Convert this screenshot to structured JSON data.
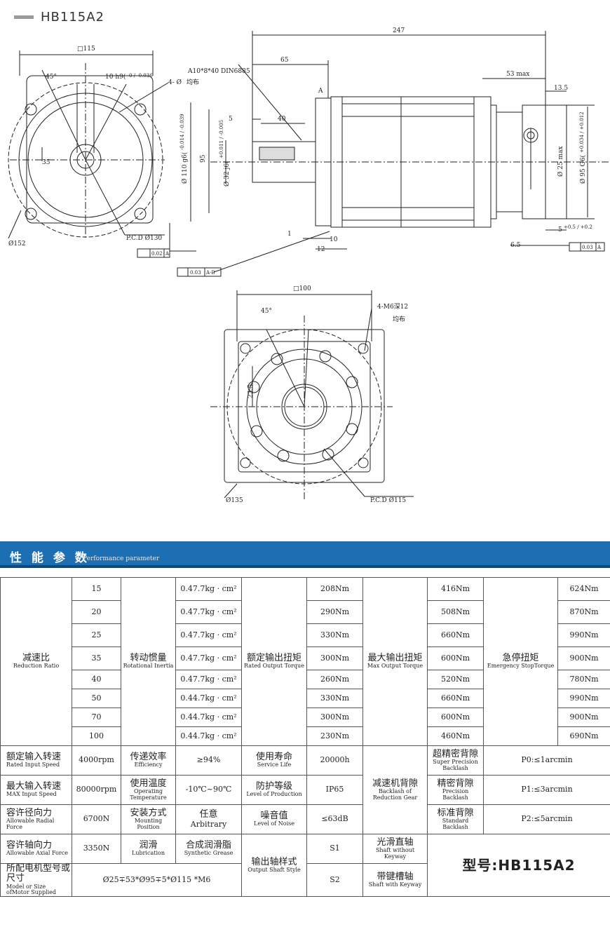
{
  "header": {
    "model": "HB115A2"
  },
  "drawing": {
    "side": {
      "sq_115": "□115",
      "len_247": "247",
      "len_65": "65",
      "len_53": "53 max",
      "len_13_5": "13.5",
      "key": "A10*8*40 DIN6885",
      "len_5": "5",
      "len_40": "40",
      "dia_95": "95",
      "dia_110": "Ø 110 g6(",
      "dia_110_tol": "-0.014 / -0.039",
      "dia_32": "Ø 32 j6(",
      "dia_32_tol": "+0.011 / -0.005",
      "dia_25": "Ø 25 max",
      "dia_95g6": "Ø 95 G6(",
      "dia_95g6_tol": "+0.034 / +0.012",
      "len_1": "1",
      "len_12": "12",
      "len_10": "10",
      "len_6_5": "6.5",
      "len_5tol": "5",
      "len_5tol_val": "+0.5 / +0.2",
      "datum_a": "A",
      "tol1": "0.02",
      "tol1_ref": "A",
      "tol2": "0.03",
      "tol2_ref": "A-B",
      "tol3": "0.03",
      "tol3_ref": "A"
    },
    "front": {
      "angle": "45°",
      "key_w": "10 h9(",
      "key_w_tol": "0 / -0.036",
      "holes": "4- Ø",
      "holes_tail": "均布",
      "dim_35": "35",
      "dia_152": "Ø152",
      "pcd": "P.C.D Ø130"
    },
    "flange": {
      "sq_100": "□100",
      "angle": "45°",
      "holes": "4-M6深12",
      "holes2": "均布",
      "dim_23_5": "23.5",
      "dia_135": "Ø135",
      "pcd": "P.C.D Ø115"
    }
  },
  "perf": {
    "title_cn": "性 能 参 数",
    "title_en": "Performance parameter"
  },
  "table": {
    "ratio_cn": "减速比",
    "ratio_en": "Reduction Ratio",
    "inertia_cn": "转动惯量",
    "inertia_en": "Rotational Inertia",
    "torque_cn": "额定输出扭矩",
    "torque_en": "Rated Output Torque",
    "max_cn": "最大输出扭矩",
    "max_en": "Max Output Torque",
    "estop_cn": "急停扭矩",
    "estop_en": "Emergency StopTorque",
    "rows": [
      {
        "ratio": "15",
        "inertia": "0.47.7kg · cm²",
        "torque": "208Nm",
        "max": "416Nm",
        "estop": "624Nm"
      },
      {
        "ratio": "20",
        "inertia": "0.47.7kg · cm²",
        "torque": "290Nm",
        "max": "508Nm",
        "estop": "870Nm"
      },
      {
        "ratio": "25",
        "inertia": "0.47.7kg · cm²",
        "torque": "330Nm",
        "max": "660Nm",
        "estop": "990Nm"
      },
      {
        "ratio": "35",
        "inertia": "0.47.7kg · cm²",
        "torque": "300Nm",
        "max": "600Nm",
        "estop": "900Nm"
      },
      {
        "ratio": "40",
        "inertia": "0.47.7kg · cm²",
        "torque": "260Nm",
        "max": "520Nm",
        "estop": "780Nm"
      },
      {
        "ratio": "50",
        "inertia": "0.44.7kg · cm²",
        "torque": "330Nm",
        "max": "660Nm",
        "estop": "990Nm"
      },
      {
        "ratio": "70",
        "inertia": "0.44.7kg · cm²",
        "torque": "300Nm",
        "max": "600Nm",
        "estop": "900Nm"
      },
      {
        "ratio": "100",
        "inertia": "0.44.7kg · cm²",
        "torque": "230Nm",
        "max": "460Nm",
        "estop": "690Nm"
      }
    ],
    "in_speed_cn": "额定输入转速",
    "in_speed_en": "Rated Input Speed",
    "in_speed": "4000rpm",
    "eff_cn": "传递效率",
    "eff_en": "Efficiency",
    "eff": "≥94%",
    "life_cn": "使用寿命",
    "life_en": "Service Life",
    "life": "20000h",
    "backlash_cn": "减速机背隙",
    "backlash_en1": "Backlash of",
    "backlash_en2": "Reduction Gear",
    "p0_cn": "超精密背隙",
    "p0_en": "Super Precision Backlash",
    "p0": "P0:≤1arcmin",
    "max_speed_cn": "最大输入转速",
    "max_speed_en": "MAX Input Speed",
    "max_speed": "80000rpm",
    "temp_cn": "使用温度",
    "temp_en": "Operating Temperature",
    "temp": "-10℃~90℃",
    "prot_cn": "防护等级",
    "prot_en": "Level of Production",
    "prot": "IP65",
    "p1_cn": "精密背隙",
    "p1_en": "Precision Backlash",
    "p1": "P1:≤3arcmin",
    "radial_cn": "容许径向力",
    "radial_en": "Allowable Radial Force",
    "radial": "6700N",
    "mount_cn": "安装方式",
    "mount_en": "Mounting Position",
    "mount_cn2": "任意",
    "mount_en2": "Arbitrary",
    "noise_cn": "噪音值",
    "noise_en": "Level of Noise",
    "noise": "≤63dB",
    "p2_cn": "标准背隙",
    "p2_en": "Standard Backlash",
    "p2": "P2:≤5arcmin",
    "axial_cn": "容许轴向力",
    "axial_en": "Allowable Axial Force",
    "axial": "3350N",
    "lub_cn": "润滑",
    "lub_en": "Lubrication",
    "grease_cn": "合成润滑脂",
    "grease_en": "Synthetic Grease",
    "shaft_cn": "输出轴样式",
    "shaft_en": "Output Shaft Style",
    "s1": "S1",
    "s1_cn": "光滑直轴",
    "s1_en": "Shaft without Keyway",
    "s2": "S2",
    "s2_cn": "带键槽轴",
    "s2_en": "Shaft with Keyway",
    "motor_cn": "所配电机型号或尺寸",
    "motor_en": "Model or Size ofMotor Supplied",
    "motor": "Ø25∓53*Ø95∓5*Ø115 *M6",
    "model_label": "型号:HB115A2"
  }
}
